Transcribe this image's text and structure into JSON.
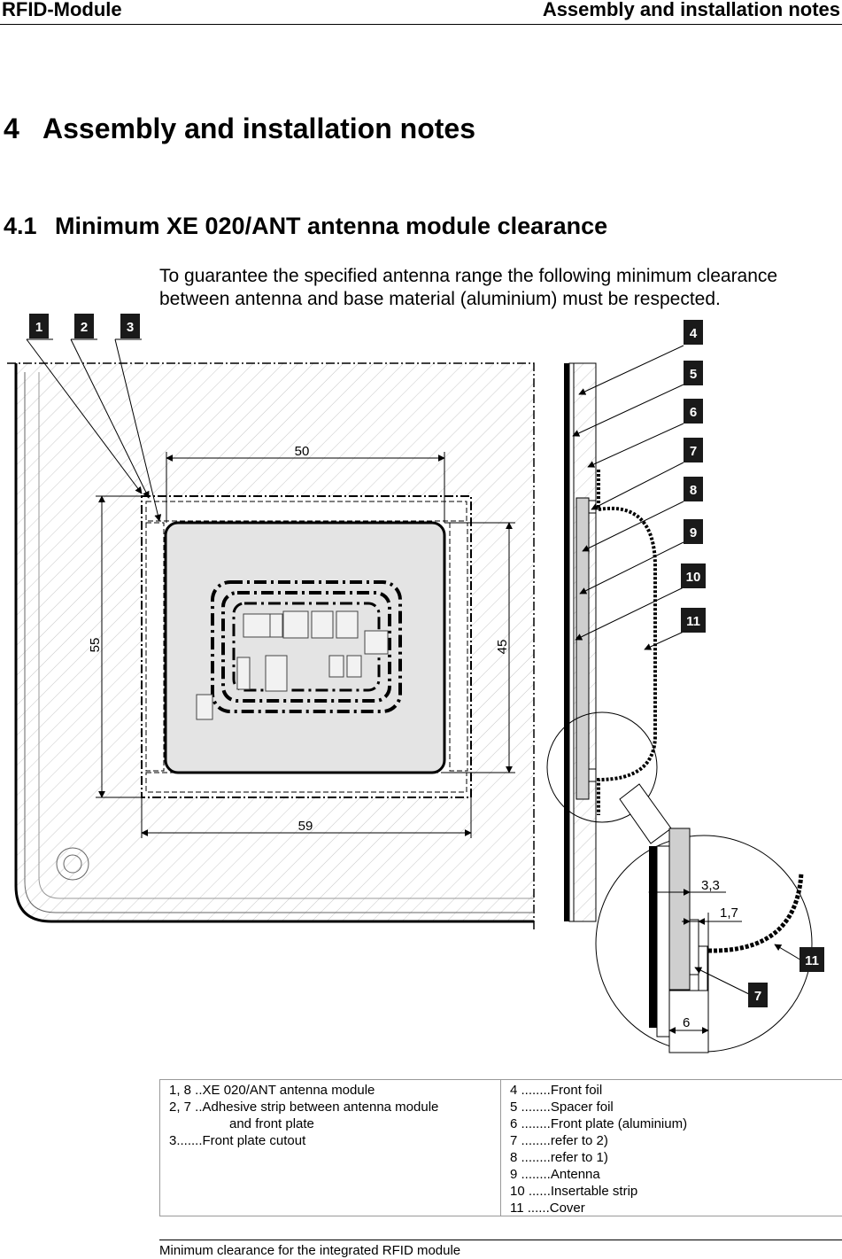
{
  "header": {
    "left": "RFID-Module",
    "right": "Assembly and installation notes"
  },
  "section": {
    "number": "4",
    "title": "Assembly and installation notes"
  },
  "subsection": {
    "number": "4.1",
    "title": "Minimum XE 020/ANT antenna module clearance"
  },
  "intro": {
    "line1": "To guarantee the specified antenna range the following minimum clearance",
    "line2": "between antenna and base material (aluminium) must be respected."
  },
  "figure": {
    "callouts": [
      "1",
      "2",
      "3",
      "4",
      "5",
      "6",
      "7",
      "8",
      "9",
      "10",
      "11"
    ],
    "dimensions": {
      "width_outer": "59",
      "width_inner": "50",
      "height_outer": "55",
      "height_inner": "45",
      "detail_a": "3,3",
      "detail_b": "1,7",
      "detail_c": "6"
    },
    "detail_callouts": [
      "11",
      "7"
    ]
  },
  "legend": {
    "left": [
      {
        "key": "1, 8 ..",
        "value": "XE 020/ANT antenna module"
      },
      {
        "key": "2, 7 ..",
        "value": "Adhesive strip between antenna module",
        "cont": "and front plate"
      },
      {
        "key": "3.......",
        "value": "Front plate cutout"
      }
    ],
    "right": [
      {
        "key": "4 ........",
        "value": "Front foil"
      },
      {
        "key": "5 ........",
        "value": "Spacer foil"
      },
      {
        "key": "6 ........",
        "value": "Front plate (aluminium)"
      },
      {
        "key": "7 ........",
        "value": "refer to 2)"
      },
      {
        "key": "8 ........",
        "value": "refer to 1)"
      },
      {
        "key": "9 ........",
        "value": "Antenna"
      },
      {
        "key": "10 ......",
        "value": "Insertable strip"
      },
      {
        "key": "11 ......",
        "value": "Cover"
      }
    ]
  },
  "caption": "Minimum clearance for the integrated RFID module"
}
